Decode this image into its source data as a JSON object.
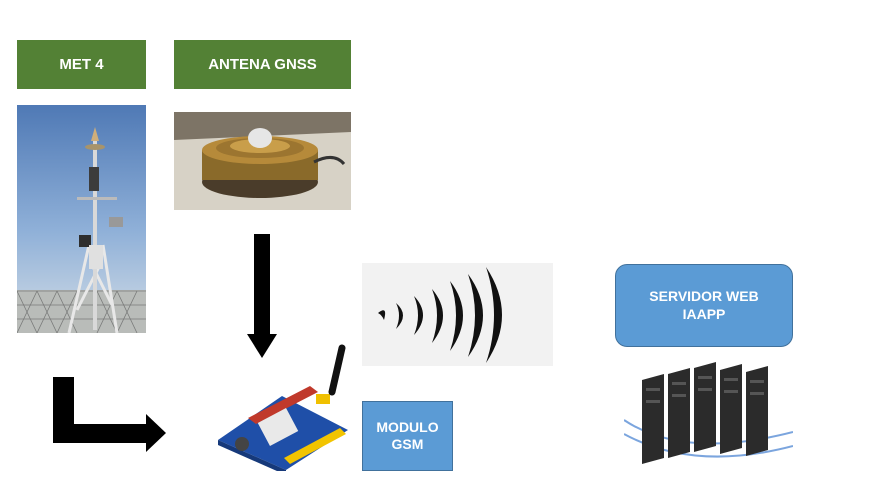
{
  "labels": {
    "met": "MET 4",
    "antenna": "ANTENA GNSS",
    "server": "SERVIDOR WEB IAAPP",
    "gsm": "MODULO GSM"
  },
  "colors": {
    "green_label": "#538135",
    "blue_label": "#5b9bd5",
    "arrow": "#000000"
  }
}
